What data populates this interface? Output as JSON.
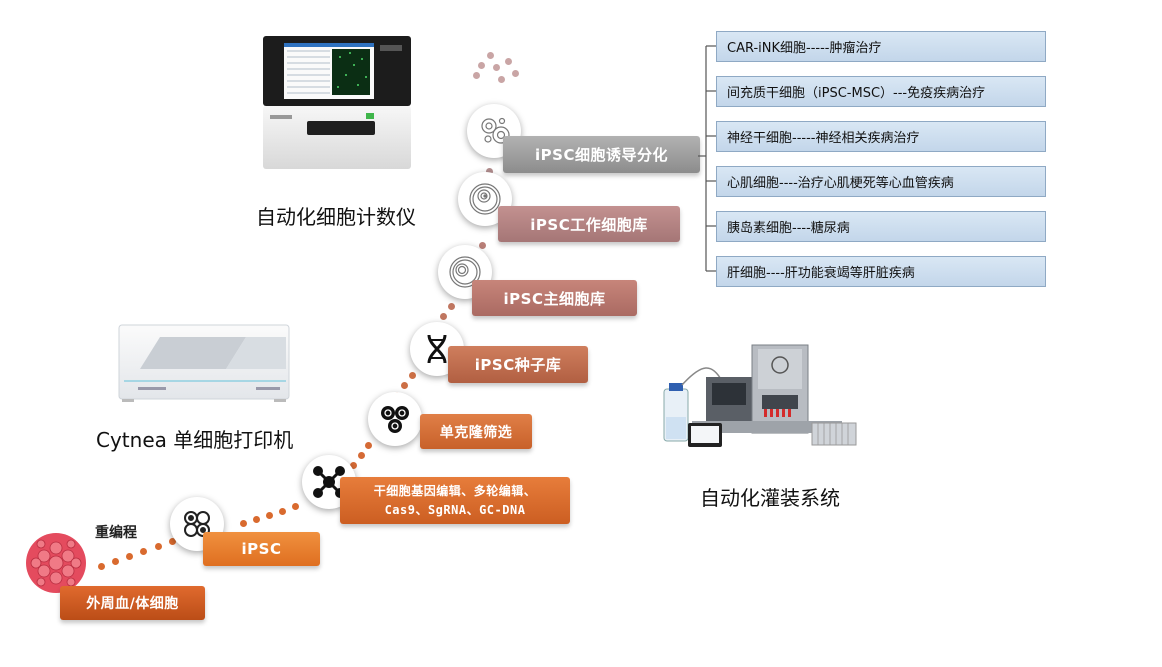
{
  "devices": {
    "counter_label": "自动化细胞计数仪",
    "printer_label": "Cytnea 单细胞打印机",
    "filling_label": "自动化灌装系统"
  },
  "steps": {
    "source": "外周血/体细胞",
    "reprogram_label": "重编程",
    "ipsc": "iPSC",
    "editing_line1": "干细胞基因编辑、多轮编辑、",
    "editing_line2": "Cas9、SgRNA、GC-DNA",
    "monoclonal": "单克隆筛选",
    "seed_bank": "iPSC种子库",
    "master_bank": "iPSC主细胞库",
    "working_bank": "iPSC工作细胞库",
    "differentiation": "iPSC细胞诱导分化"
  },
  "applications": [
    "CAR-iNK细胞-----肿瘤治疗",
    "间充质干细胞（iPSC-MSC）---免疫疾病治疗",
    "神经干细胞-----神经相关疾病治疗",
    "心肌细胞----治疗心肌梗死等心血管疾病",
    "胰岛素细胞----糖尿病",
    "肝细胞----肝功能衰竭等肝脏疾病"
  ],
  "colors": {
    "orange": "#e8782e",
    "grey_bar": "#9c9c9c",
    "app_box": "#cddcec",
    "app_border": "#8fa9c4",
    "cell_cluster": "#e05a6a"
  },
  "icons": {
    "reprogram": "cell-cluster-icon",
    "editing": "molecule-network-icon",
    "monoclonal": "three-cells-icon",
    "seed_bank": "dna-icon",
    "master_bank": "single-cell-icon",
    "working_bank": "single-cell-icon",
    "differentiation": "differentiating-cells-icon"
  }
}
